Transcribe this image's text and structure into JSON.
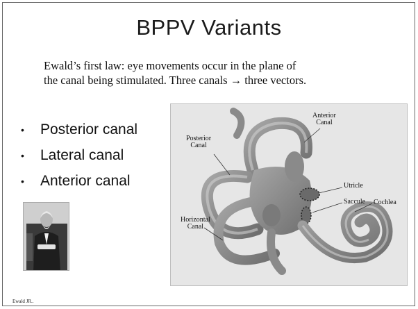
{
  "slide": {
    "title": "BPPV Variants",
    "intro_line1": "Ewald’s first law:  eye movements occur in the plane of",
    "intro_line2": "the canal being stimulated. Three canals → three vectors.",
    "bullets": [
      "Posterior canal",
      "Lateral canal",
      "Anterior canal"
    ],
    "caption": "Ewald JR.."
  },
  "diagram": {
    "labels": {
      "anterior": "Anterior\nCanal",
      "posterior": "Posterior\nCanal",
      "utricle": "Utricle",
      "saccule": "Saccule",
      "cochlea": "Cochlea",
      "horizontal": "Horizontal\nCanal"
    }
  },
  "colors": {
    "background": "#ffffff",
    "diagram_bg": "#e6e6e6",
    "structure": "#8a8a8a"
  }
}
